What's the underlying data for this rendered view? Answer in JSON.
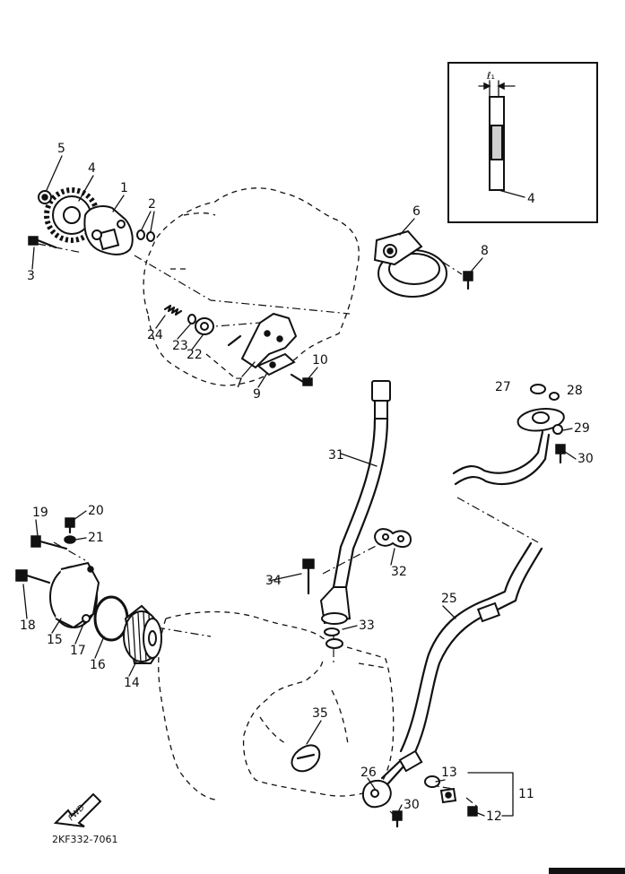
{
  "callouts": [
    "1",
    "2",
    "3",
    "4",
    "5",
    "6",
    "7",
    "8",
    "9",
    "10",
    "11",
    "12",
    "13",
    "14",
    "15",
    "16",
    "17",
    "18",
    "19",
    "20",
    "21",
    "22",
    "23",
    "24",
    "25",
    "26",
    "27",
    "28",
    "29",
    "30",
    "31",
    "32",
    "33",
    "34",
    "35"
  ],
  "inset": {
    "dimension_label": "ℓ₁",
    "part_label": "4"
  },
  "fwd_label": "FWD",
  "drawing_code": "2KF332-7061"
}
